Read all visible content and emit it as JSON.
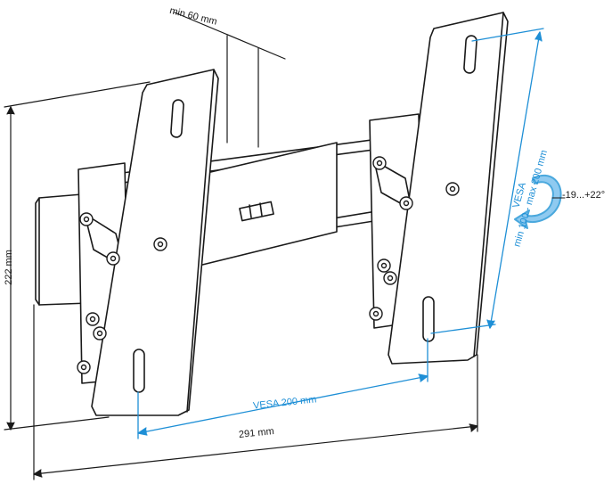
{
  "labels": {
    "min_spacing": "min 60 mm",
    "height": "222 mm",
    "width": "291 mm",
    "vesa_horizontal": "VESA 200 mm",
    "vesa_vertical_title": "VESA",
    "vesa_vertical_range": "min 100 - max 200 mm",
    "tilt_range": "-19...+22°"
  },
  "colors": {
    "outline": "#1a1a1a",
    "dimension_blue": "#1e8fd6",
    "tilt_arrow_blue": "#4aa8dd"
  }
}
